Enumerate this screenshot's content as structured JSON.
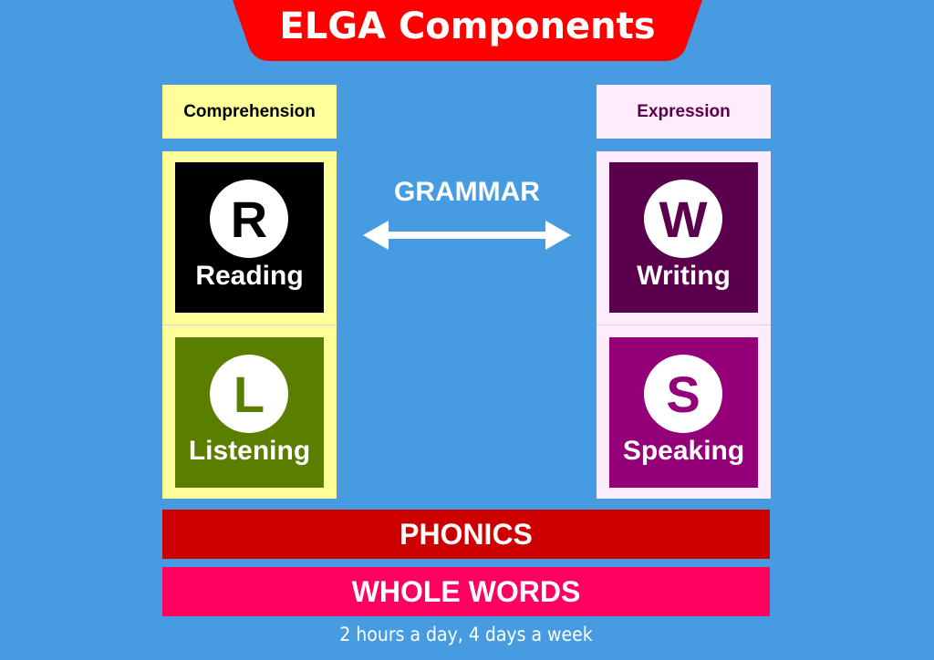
{
  "title": "ELGA Components",
  "colors": {
    "background": "#479ce1",
    "banner": "#ff0000",
    "comprehension": "#ffff99",
    "expression": "#fcecfc",
    "reading": "#000000",
    "listening": "#5a7e00",
    "writing": "#5a004c",
    "speaking": "#930077",
    "phonics": "#cc0000",
    "whole_words": "#ff0060"
  },
  "categories": {
    "comprehension": "Comprehension",
    "expression": "Expression"
  },
  "skills": {
    "reading": {
      "letter": "R",
      "label": "Reading"
    },
    "listening": {
      "letter": "L",
      "label": "Listening"
    },
    "writing": {
      "letter": "W",
      "label": "Writing"
    },
    "speaking": {
      "letter": "S",
      "label": "Speaking"
    }
  },
  "grammar": "GRAMMAR",
  "arrow_icon": "double-arrow",
  "bars": {
    "phonics": "PHONICS",
    "whole_words": "WHOLE WORDS"
  },
  "footer": "2 hours a day, 4 days a week"
}
